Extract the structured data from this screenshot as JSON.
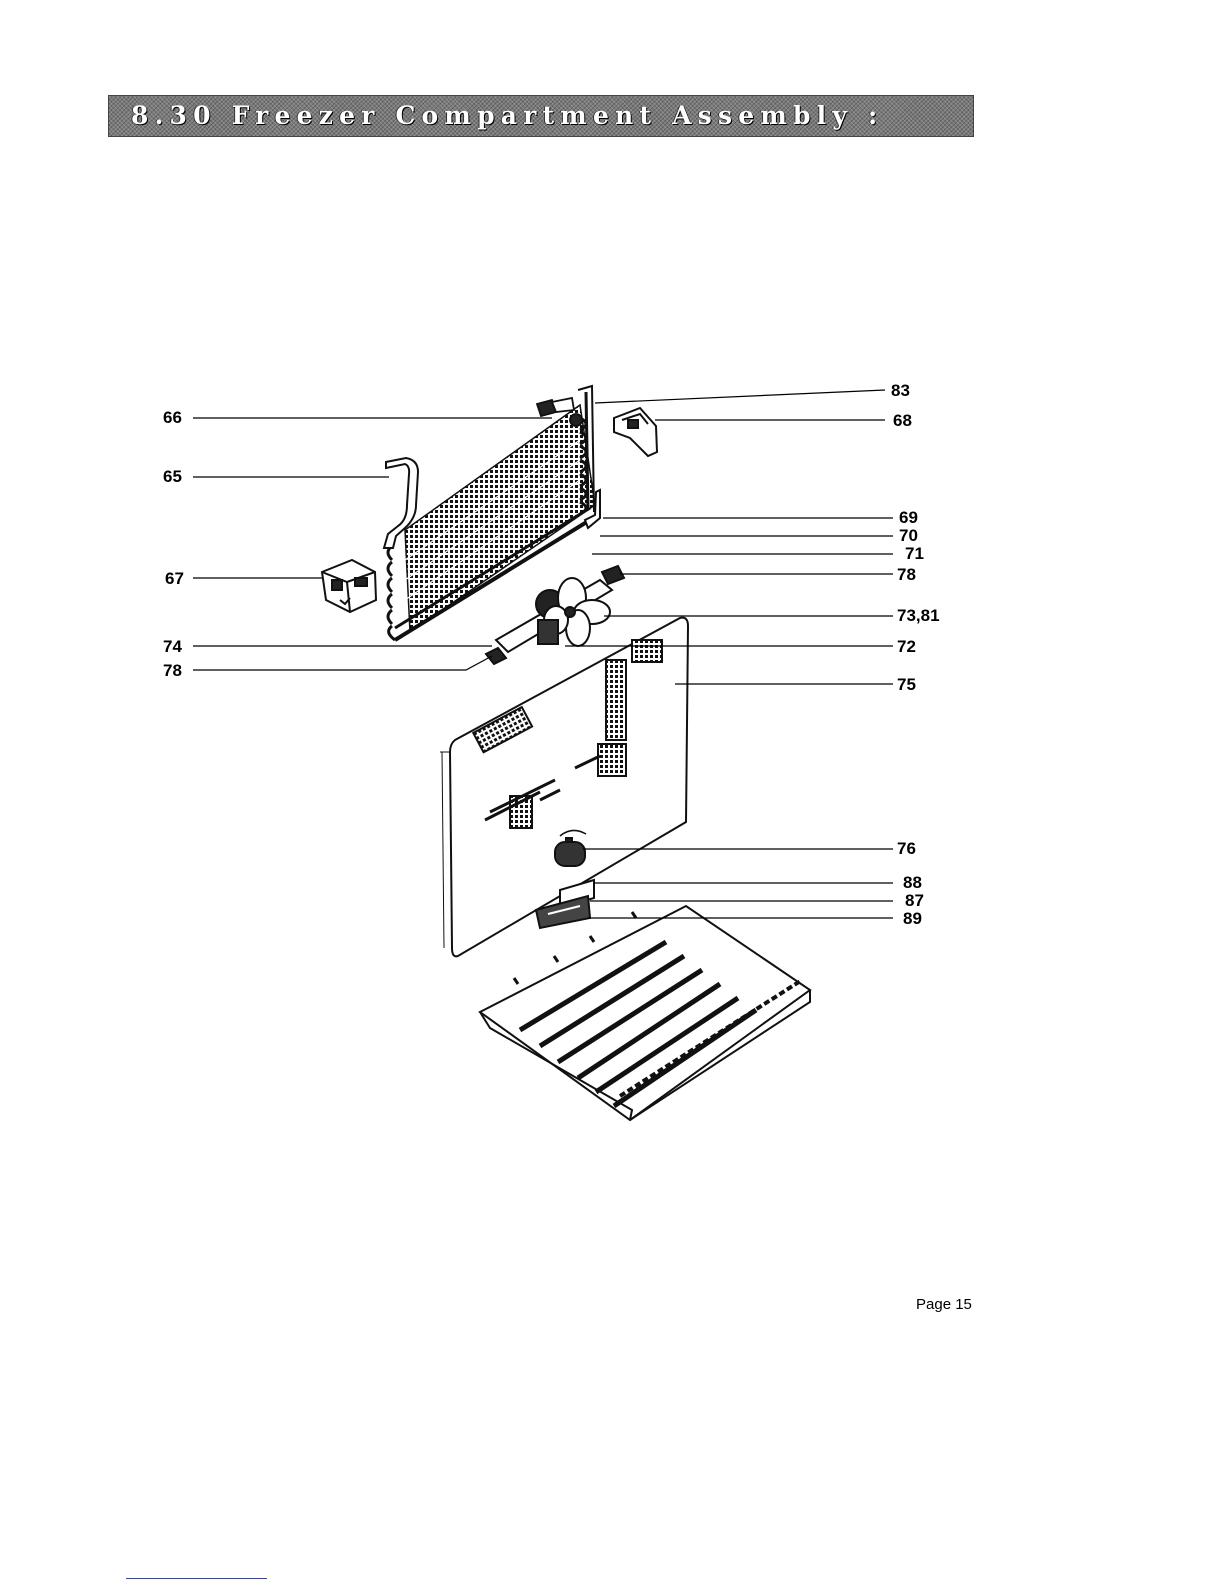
{
  "header": {
    "title": "8.30 Freezer Compartment Assembly :"
  },
  "callouts": {
    "c83": "83",
    "c66": "66",
    "c68": "68",
    "c65": "65",
    "c69": "69",
    "c70": "70",
    "c71": "71",
    "c67": "67",
    "c78a": "78",
    "c7381": "73,81",
    "c74": "74",
    "c72": "72",
    "c78b": "78",
    "c75": "75",
    "c76": "76",
    "c88": "88",
    "c87": "87",
    "c89": "89"
  },
  "footer": {
    "page_label": "Page 15"
  }
}
